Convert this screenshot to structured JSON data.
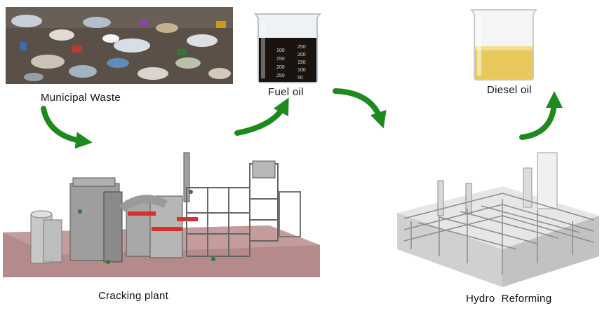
{
  "labels": {
    "municipal_waste": "Municipal Waste",
    "fuel_oil": "Fuel oil",
    "diesel_oil": "Diesel oil",
    "cracking_plant": "Cracking plant",
    "hydro_reforming": "Hydro  Reforming"
  },
  "beaker_fuel": {
    "marks_right": [
      "250",
      "200",
      "150",
      "100",
      "50"
    ],
    "marks_left": [
      "100",
      "150",
      "200",
      "250"
    ],
    "liquid_color": "#1a1410"
  },
  "beaker_diesel": {
    "liquid_color": "#e8c85a"
  },
  "colors": {
    "arrow": "#1e8a1e",
    "plant_floor": "#b58a8a",
    "pipe_red": "#d9302a"
  }
}
